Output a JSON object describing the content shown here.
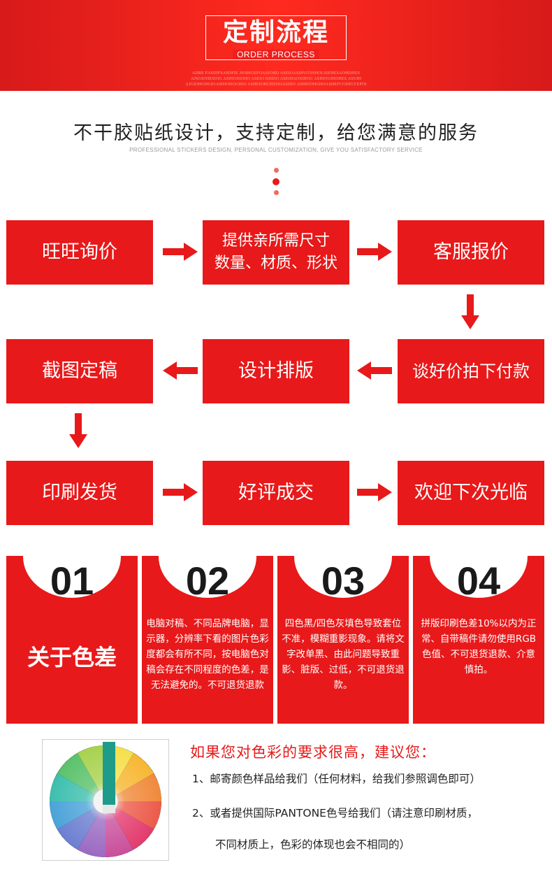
{
  "header": {
    "title": "定制流程",
    "subtitle": "ORDER PROCESS",
    "decor_lines": [
      "ADRE FASIDFSASDFIE JIOIHGEFOASJOHD ASEIOASDFOTINHOLSIEHESAOHDHES",
      "AJSGIOHESIOG ASHIOSIOHO ASEIO HDEIO ASEIHAOSIHOG ASHIOGHIDHES ASGHI",
      "AJGIOHGHGIOASHIOHOGHIO ASHEIOHGHEHOASHIO ASHEIOHGHOASHEFCGHIGYEPOI"
    ]
  },
  "headline": {
    "title": "不干胶贴纸设计，支持定制，给您满意的服务",
    "subtitle": "PROFESSIONAL STICKERS DESIGN, PERSONAL CUSTOMIZATION, GIVE YOU SATISFACTORY SERVICE"
  },
  "process": {
    "step1": "旺旺询价",
    "step2_line1": "提供亲所需尺寸",
    "step2_line2": "数量、材质、形状",
    "step3": "客服报价",
    "step4": "谈好价拍下付款",
    "step5": "设计排版",
    "step6": "截图定稿",
    "step7": "印刷发货",
    "step8": "好评成交",
    "step9": "欢迎下次光临"
  },
  "cards": [
    {
      "num": "01",
      "text": "关于色差"
    },
    {
      "num": "02",
      "text": "电脑对稿、不同品牌电脑，显示器，分辨率下看的图片色彩度都会有所不同，按电脑色对稿会存在不同程度的色差，是无法避免的。不可退货退款"
    },
    {
      "num": "03",
      "text": "四色黑/四色灰填色导致套位不准，模糊重影现象。请将文字改单黑、由此问题导致重影、脏版、过低，不可退货退款。"
    },
    {
      "num": "04",
      "text": "拼版印刷色差10%以内为正常、自带稿件请勿使用RGB色值、不可退货退款、介意慎拍。"
    }
  ],
  "color_note": {
    "title": "如果您对色彩的要求很高，建议您：",
    "line1": "1、邮寄颜色样品给我们（任何材料，给我们参照调色即可）",
    "line2": "2、或者提供国际PANTONE色号给我们（请注意印刷材质，",
    "line3": "不同材质上，色彩的体现也会不相同的）"
  },
  "colors": {
    "brand_red": "#e8191a",
    "title_red": "#e51a1a",
    "text_dark": "#222222"
  },
  "icons": {
    "arrow": "right-arrow-icon",
    "swatch": "color-fan-image"
  }
}
